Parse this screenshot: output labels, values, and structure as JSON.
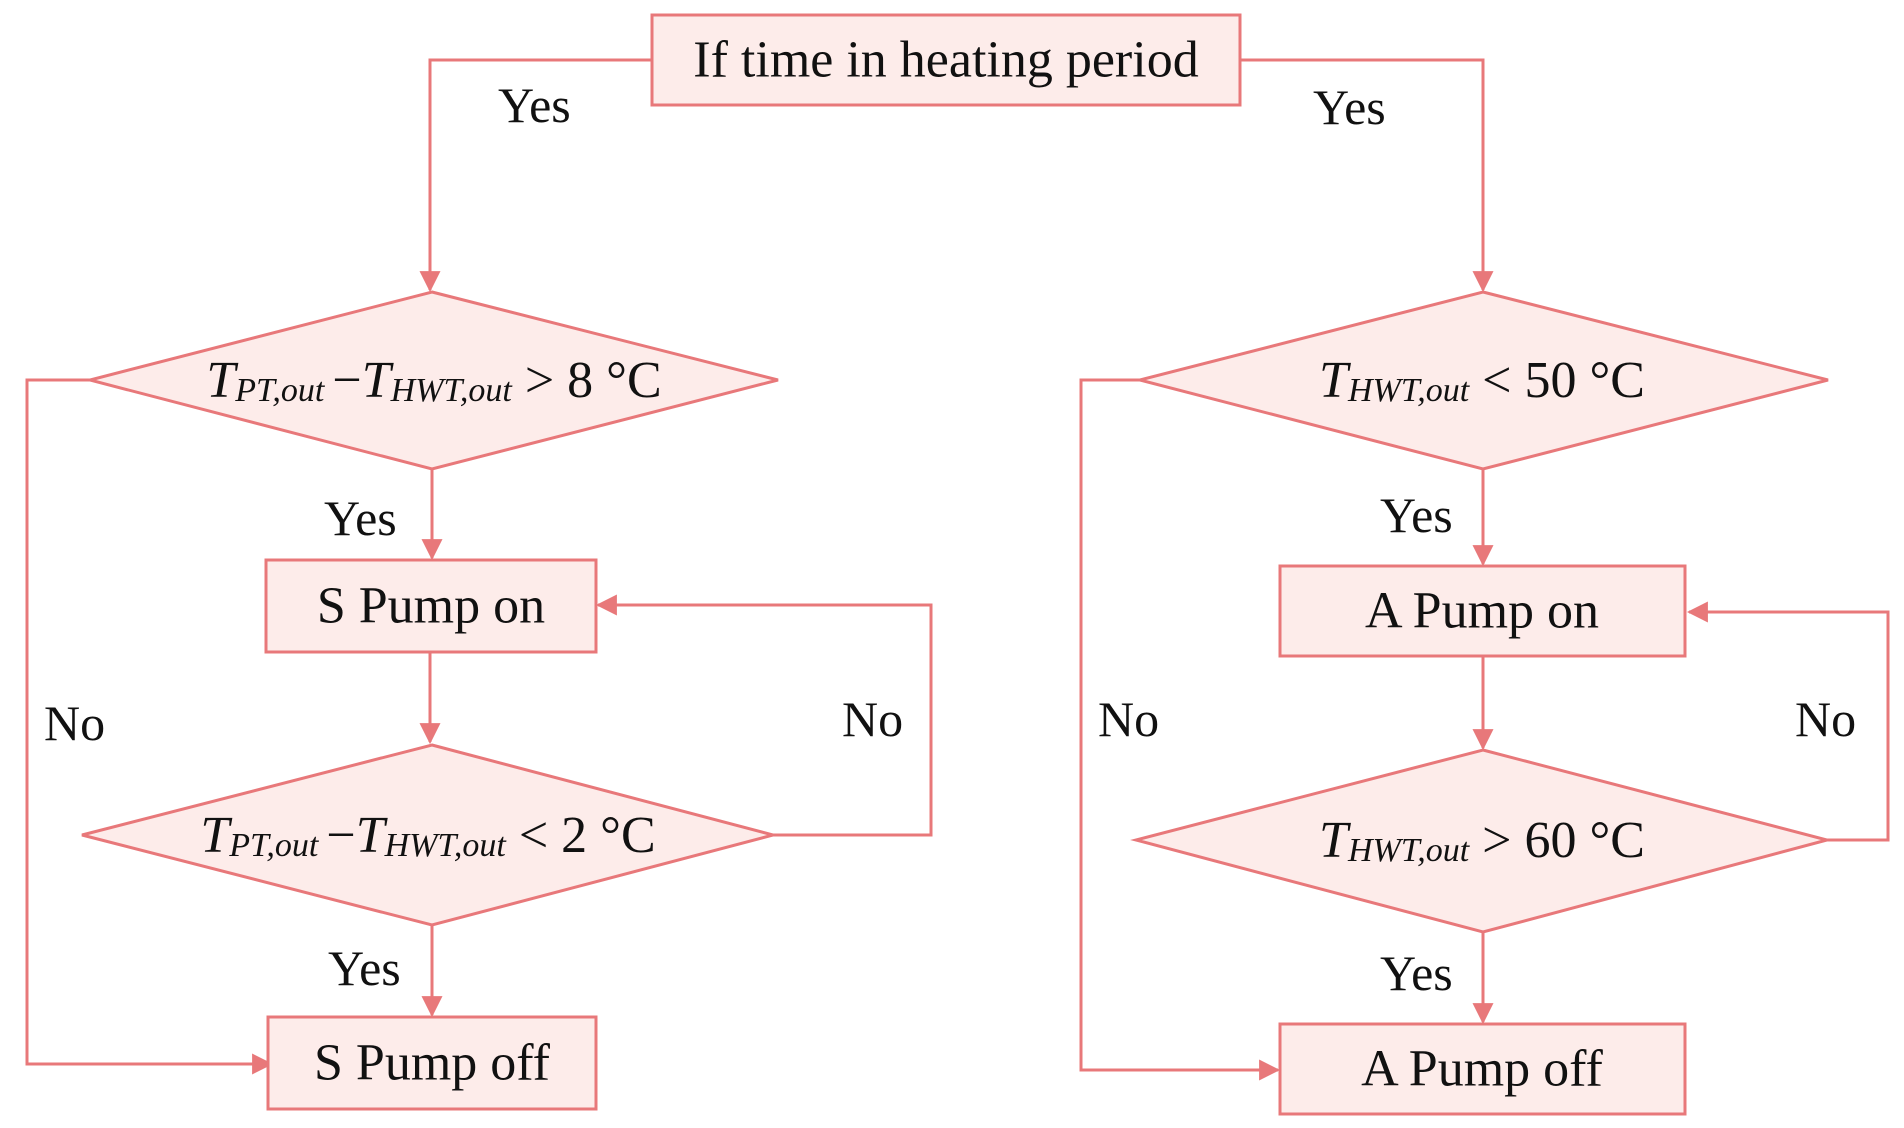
{
  "colors": {
    "stroke": "#e8787a",
    "fill": "#fdecea",
    "text": "#111111"
  },
  "nodes": {
    "start": {
      "label": "If time in heating period"
    },
    "cond_s_on": {
      "t1": "T",
      "s1": "PT,out",
      "minus": "−",
      "t2": "T",
      "s2": "HWT,out",
      "rest": " > 8 °C"
    },
    "s_pump_on": {
      "label": "S Pump on"
    },
    "cond_s_off": {
      "t1": "T",
      "s1": "PT,out",
      "minus": "−",
      "t2": "T",
      "s2": "HWT,out",
      "rest": " < 2 °C"
    },
    "s_pump_off": {
      "label": "S Pump off"
    },
    "cond_a_on": {
      "t1": "T",
      "s1": "HWT,out",
      "rest": " < 50 °C"
    },
    "a_pump_on": {
      "label": "A Pump on"
    },
    "cond_a_off": {
      "t1": "T",
      "s1": "HWT,out",
      "rest": " > 60 °C"
    },
    "a_pump_off": {
      "label": "A Pump off"
    }
  },
  "edges": {
    "start_to_left": "Yes",
    "start_to_right": "Yes",
    "left_cond1_yes": "Yes",
    "left_cond1_no": "No",
    "left_cond2_yes": "Yes",
    "left_cond2_no": "No",
    "right_cond1_yes": "Yes",
    "right_cond1_no": "No",
    "right_cond2_yes": "Yes",
    "right_cond2_no": "No"
  }
}
